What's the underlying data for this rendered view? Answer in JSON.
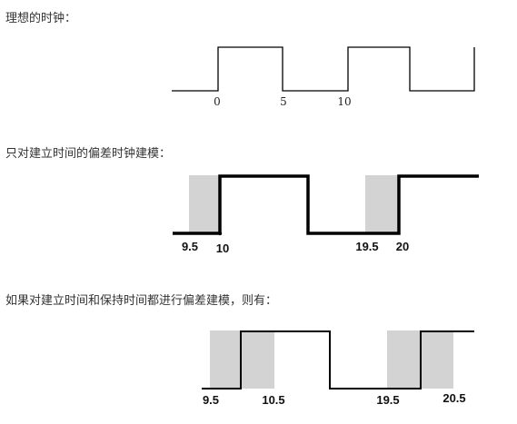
{
  "captions": {
    "ideal": "理想的时钟：",
    "setup_only": "只对建立时间的偏差时钟建模：",
    "setup_hold": "如果对建立时间和保持时间都进行偏差建模，则有："
  },
  "ideal_clock": {
    "tick_labels": [
      "0",
      "5",
      "10"
    ]
  },
  "setup_clock": {
    "tick_labels": [
      "9.5",
      "10",
      "19.5",
      "20"
    ]
  },
  "setup_hold_clock": {
    "tick_labels": [
      "9.5",
      "10.5",
      "19.5",
      "20.5"
    ]
  },
  "colors": {
    "waveform": "#000000",
    "uncertainty_band": "#d3d3d3",
    "text": "#333333"
  }
}
